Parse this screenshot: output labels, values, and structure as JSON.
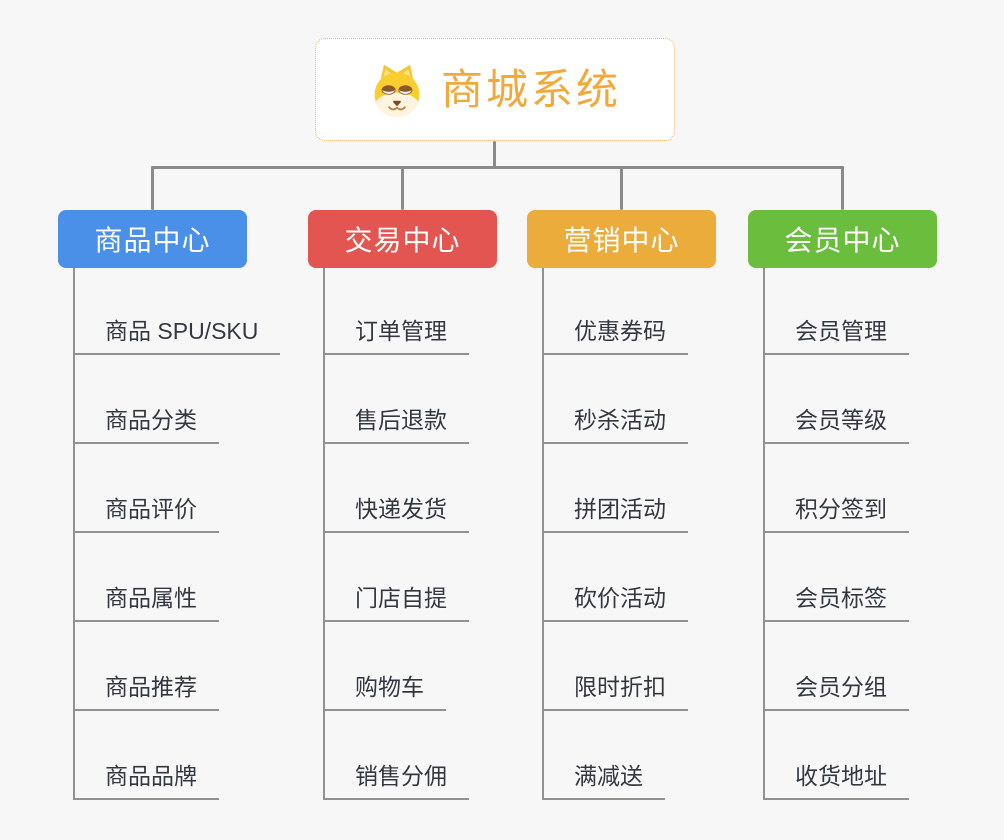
{
  "page": {
    "background_color": "#f7f7f7",
    "connector_color": "#8a8a8a",
    "underline_color": "#919191"
  },
  "root": {
    "title": "商城系统",
    "title_color": "#f2a93b",
    "border_color": "#f3b167",
    "icon": "dog-face-icon"
  },
  "branches": [
    {
      "label": "商品中心",
      "color": "#4a90e8",
      "items": [
        "商品 SPU/SKU",
        "商品分类",
        "商品评价",
        "商品属性",
        "商品推荐",
        "商品品牌"
      ]
    },
    {
      "label": "交易中心",
      "color": "#e25551",
      "items": [
        "订单管理",
        "售后退款",
        "快递发货",
        "门店自提",
        "购物车",
        "销售分佣"
      ]
    },
    {
      "label": "营销中心",
      "color": "#ebac3b",
      "items": [
        "优惠券码",
        "秒杀活动",
        "拼团活动",
        "砍价活动",
        "限时折扣",
        "满减送"
      ]
    },
    {
      "label": "会员中心",
      "color": "#6abd3d",
      "items": [
        "会员管理",
        "会员等级",
        "积分签到",
        "会员标签",
        "会员分组",
        "收货地址"
      ]
    }
  ]
}
